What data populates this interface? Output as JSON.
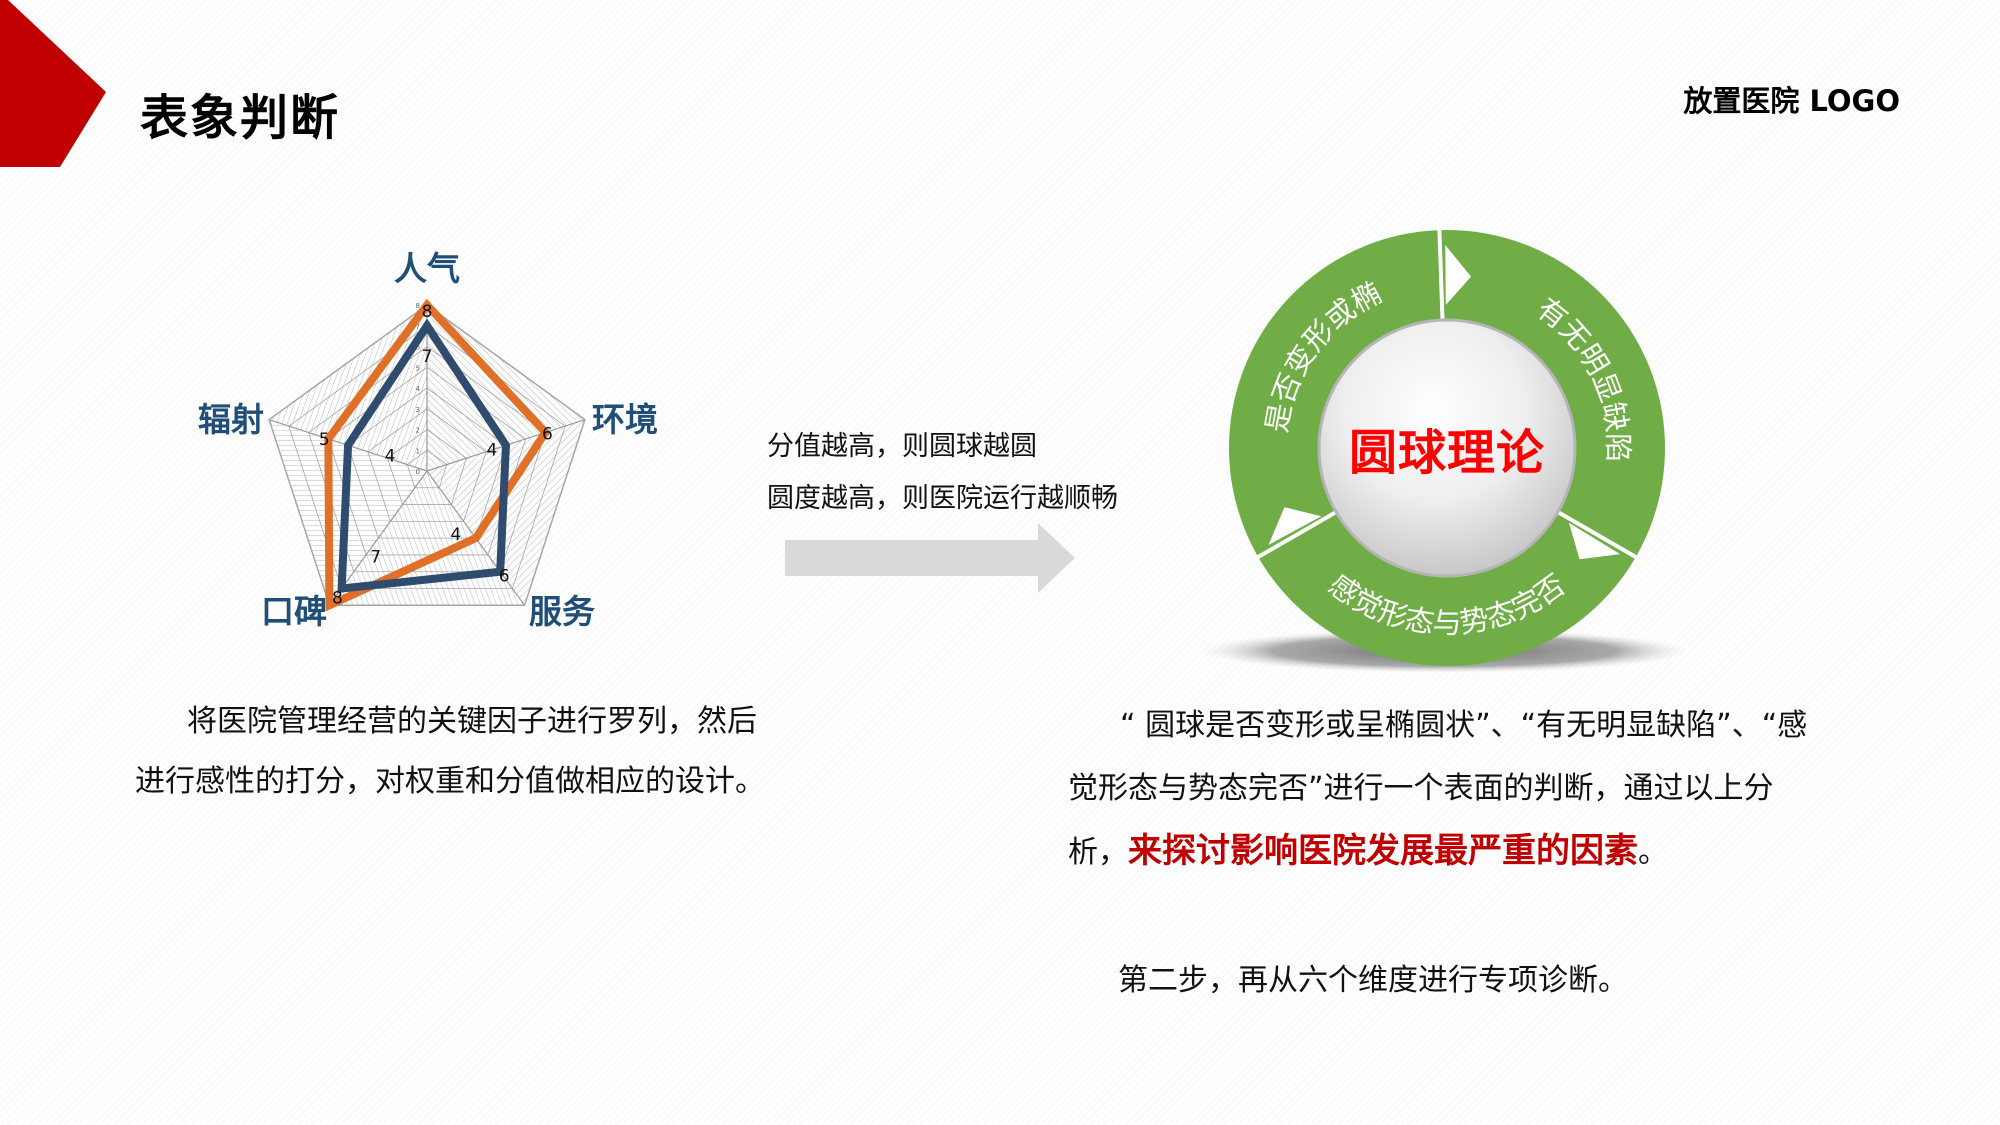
{
  "header": {
    "title": "表象判断",
    "logo_text": "放置医院 LOGO",
    "accent_color": "#C00000"
  },
  "radar": {
    "axis_labels": [
      "人气",
      "环境",
      "服务",
      "口碑",
      "辐射"
    ],
    "label_color": "#1F4E79"
  },
  "chart_data": {
    "type": "radar",
    "title": "",
    "categories": [
      "人气",
      "环境",
      "服务",
      "口碑",
      "辐射"
    ],
    "axis_ticks": [
      0,
      1,
      2,
      3,
      4,
      5,
      6,
      7,
      8
    ],
    "range": [
      0,
      8
    ],
    "grid": true,
    "legend": "none",
    "series": [
      {
        "name": "orange",
        "color": "#E07028",
        "values": [
          8,
          6,
          4,
          8,
          5
        ]
      },
      {
        "name": "navy",
        "color": "#2F4B6E",
        "values": [
          7,
          4,
          6,
          7,
          4
        ]
      }
    ]
  },
  "middle": {
    "line1": "分值越高，则圆球越圆",
    "line2": "圆度越高，则医院运行越顺畅",
    "arrow_color": "#D9D9D9"
  },
  "ring": {
    "center_title": "圆球理论",
    "segments": [
      {
        "label": "有无明显缺陷"
      },
      {
        "label": "感觉形态与势态完否"
      },
      {
        "label": "是否变形或椭"
      }
    ],
    "ring_color": "#70AD47",
    "center_title_color": "#FF0000"
  },
  "left_paragraph": {
    "text": "将医院管理经营的关键因子进行罗列，然后进行感性的打分，对权重和分值做相应的设计。"
  },
  "right_paragraph": {
    "text_prefix": "“ 圆球是否变形或呈椭圆状”、“有无明显缺陷”、“感觉形态与势态完否”进行一个表面的判断，通过以上分析，",
    "highlight": "来探讨影响医院发展最严重的因素",
    "suffix": "。",
    "step_text": "第二步，再从六个维度进行专项诊断。"
  }
}
